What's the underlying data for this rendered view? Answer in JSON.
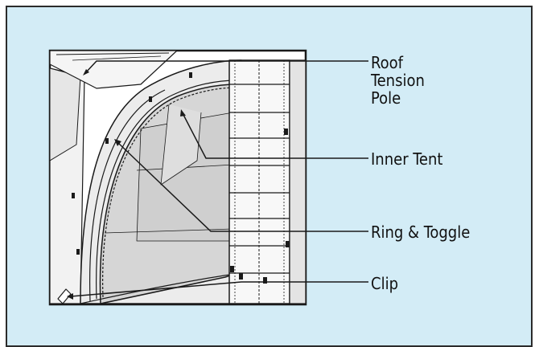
{
  "labels": {
    "roof_tension_pole": "Roof Tension Pole",
    "inner_tent": "Inner Tent",
    "ring_and_toggle": "Ring & Toggle",
    "clip": "Clip"
  },
  "colors": {
    "panel_background": "#d3ecf6",
    "line": "#1a1a1a",
    "fabric_light": "#f2f2f2",
    "fabric_grey": "#d9d9d9"
  }
}
